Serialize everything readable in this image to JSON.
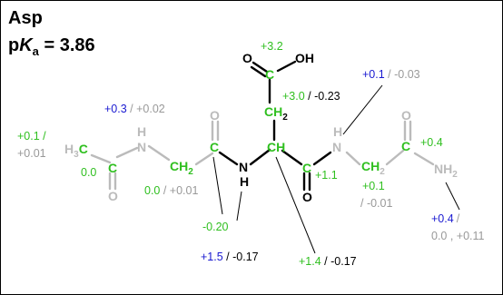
{
  "header": {
    "residue": "Asp",
    "pka_p": "p",
    "pka_k": "K",
    "pka_sub": "a",
    "pka_rest": " = 3.86"
  },
  "colors": {
    "dark": "#000000",
    "faded": "#bbbbbb",
    "green": "#2fbf1f",
    "blue": "#1a1ad1",
    "red": "#e01010",
    "gray_value": "#999999"
  },
  "atoms": {
    "h3c": {
      "main": "H",
      "sub": "3",
      "rest": "C"
    },
    "c1": "C",
    "o1": "O",
    "n1": "H",
    "n1_n": "N",
    "ch2_1": {
      "main": "CH",
      "sub": "2"
    },
    "c2": "C",
    "o2": "O",
    "n2": "N",
    "n2_h": "H",
    "ch": "CH",
    "side_ch2": {
      "main": "CH",
      "sub": "2"
    },
    "side_c": "C",
    "side_o": "O",
    "side_oh": "OH",
    "c3": "C",
    "o3": "O",
    "n3": "N",
    "n3_h": "H",
    "ch2_3": {
      "main": "CH",
      "sub": "2"
    },
    "c4": "C",
    "o4": "O",
    "nh2": {
      "main": "NH",
      "sub": "2"
    }
  },
  "shifts": {
    "oh": "+3.2",
    "side_ch2": {
      "a": "+3.0",
      "b": " / -0.23"
    },
    "cooh_h": {
      "a": "+0.1",
      "b": " / -0.03"
    },
    "ch3": {
      "a": "+0.1 /",
      "b": "+0.01"
    },
    "c_acetyl": "0.0",
    "ch2_first": {
      "a": "0.0",
      "b": " / +0.01"
    },
    "h_first": {
      "a": "+0.3",
      "b": " / +0.02"
    },
    "c_gly1": "-0.20",
    "nh_asp": {
      "a": "+1.5",
      "b": " / -0.17"
    },
    "ca_asp": {
      "a": "+1.4",
      "b": " / -0.17"
    },
    "c_asp": "+1.1",
    "ch2_gly2": {
      "a": "+0.1",
      "b": "/ -0.01"
    },
    "c_gly2": "+0.4",
    "nh2": {
      "a": "+0.4",
      "b": "/",
      "c": "0.0 , +0.11"
    }
  }
}
